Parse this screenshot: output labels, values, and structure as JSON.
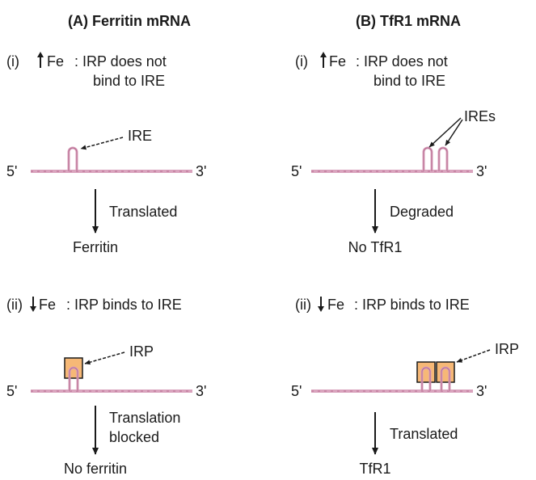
{
  "panel_a": {
    "title": "(A) Ferritin mRNA",
    "high": {
      "prefix": "(i)",
      "fe": "Fe",
      "line1": ": IRP does not",
      "line2": "bind to IRE",
      "element_label": "IRE",
      "five": "5'",
      "three": "3'",
      "outcome": "Translated",
      "product": "Ferritin"
    },
    "low": {
      "prefix": "(ii)",
      "fe": "Fe",
      "line1": ": IRP binds to IRE",
      "protein_label": "IRP",
      "five": "5'",
      "three": "3'",
      "outcome1": "Translation",
      "outcome2": "blocked",
      "product": "No ferritin"
    }
  },
  "panel_b": {
    "title": "(B) TfR1 mRNA",
    "high": {
      "prefix": "(i)",
      "fe": "Fe",
      "line1": ": IRP does not",
      "line2": "bind to IRE",
      "element_label": "IREs",
      "five": "5'",
      "three": "3'",
      "outcome": "Degraded",
      "product": "No TfR1"
    },
    "low": {
      "prefix": "(ii)",
      "fe": "Fe",
      "line1": ": IRP binds to IRE",
      "protein_label": "IRP",
      "five": "5'",
      "three": "3'",
      "outcome": "Translated",
      "product": "TfR1"
    }
  },
  "colors": {
    "mrna": "#d9a3bd",
    "mrna_dark": "#b66a90",
    "irp_fill": "#f6b876",
    "irp_border": "#1a1a1a",
    "arrow": "#1a1a1a"
  },
  "icons": [
    "up-arrow-icon",
    "down-arrow-icon"
  ]
}
